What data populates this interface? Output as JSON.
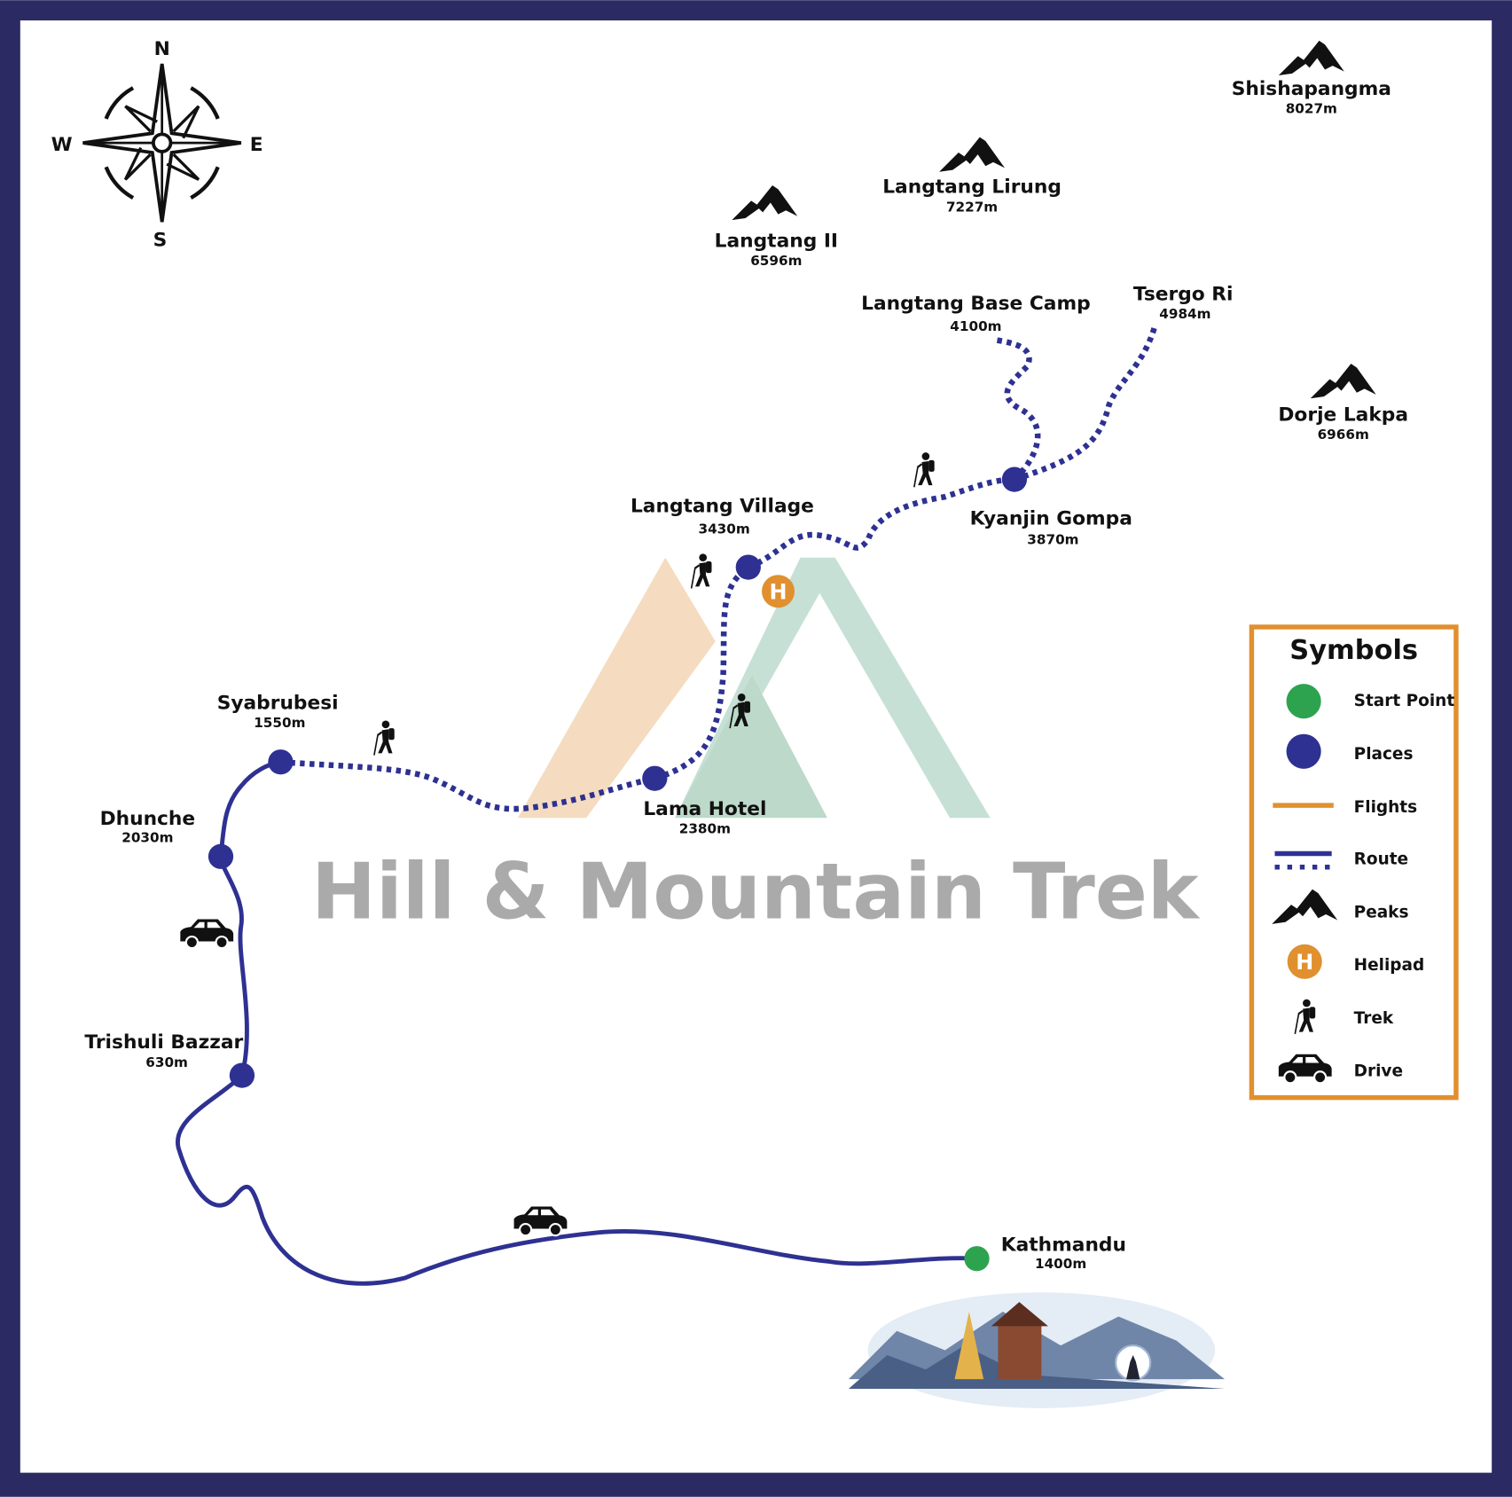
{
  "brand": "Hill & Mountain Trek",
  "compass": {
    "n": "N",
    "s": "S",
    "e": "E",
    "w": "W"
  },
  "places": [
    {
      "name": "Kathmandu",
      "altitude": "1400m",
      "type": "start"
    },
    {
      "name": "Trishuli Bazzar",
      "altitude": "630m",
      "type": "place"
    },
    {
      "name": "Dhunche",
      "altitude": "2030m",
      "type": "place"
    },
    {
      "name": "Syabrubesi",
      "altitude": "1550m",
      "type": "place"
    },
    {
      "name": "Lama Hotel",
      "altitude": "2380m",
      "type": "place"
    },
    {
      "name": "Langtang Village",
      "altitude": "3430m",
      "type": "place"
    },
    {
      "name": "Kyanjin Gompa",
      "altitude": "3870m",
      "type": "place"
    },
    {
      "name": "Langtang Base Camp",
      "altitude": "4100m",
      "type": "endpoint"
    },
    {
      "name": "Tsergo Ri",
      "altitude": "4984m",
      "type": "endpoint"
    }
  ],
  "peaks": [
    {
      "name": "Shishapangma",
      "altitude": "8027m"
    },
    {
      "name": "Langtang Lirung",
      "altitude": "7227m"
    },
    {
      "name": "Langtang II",
      "altitude": "6596m"
    },
    {
      "name": "Dorje Lakpa",
      "altitude": "6966m"
    }
  ],
  "legend": {
    "title": "Symbols",
    "items": [
      {
        "label": "Start Point",
        "icon": "green-dot"
      },
      {
        "label": "Places",
        "icon": "blue-dot"
      },
      {
        "label": "Flights",
        "icon": "orange-line"
      },
      {
        "label": "Route",
        "icon": "route-lines"
      },
      {
        "label": "Peaks",
        "icon": "mountain"
      },
      {
        "label": "Helipad",
        "icon": "helipad"
      },
      {
        "label": "Trek",
        "icon": "hiker"
      },
      {
        "label": "Drive",
        "icon": "car"
      }
    ]
  },
  "helipad_letter": "H",
  "colors": {
    "frame": "#2b2a63",
    "route": "#2e3192",
    "start": "#2ea34f",
    "accent": "#e0902f",
    "watermark": "#aaaaaa"
  }
}
